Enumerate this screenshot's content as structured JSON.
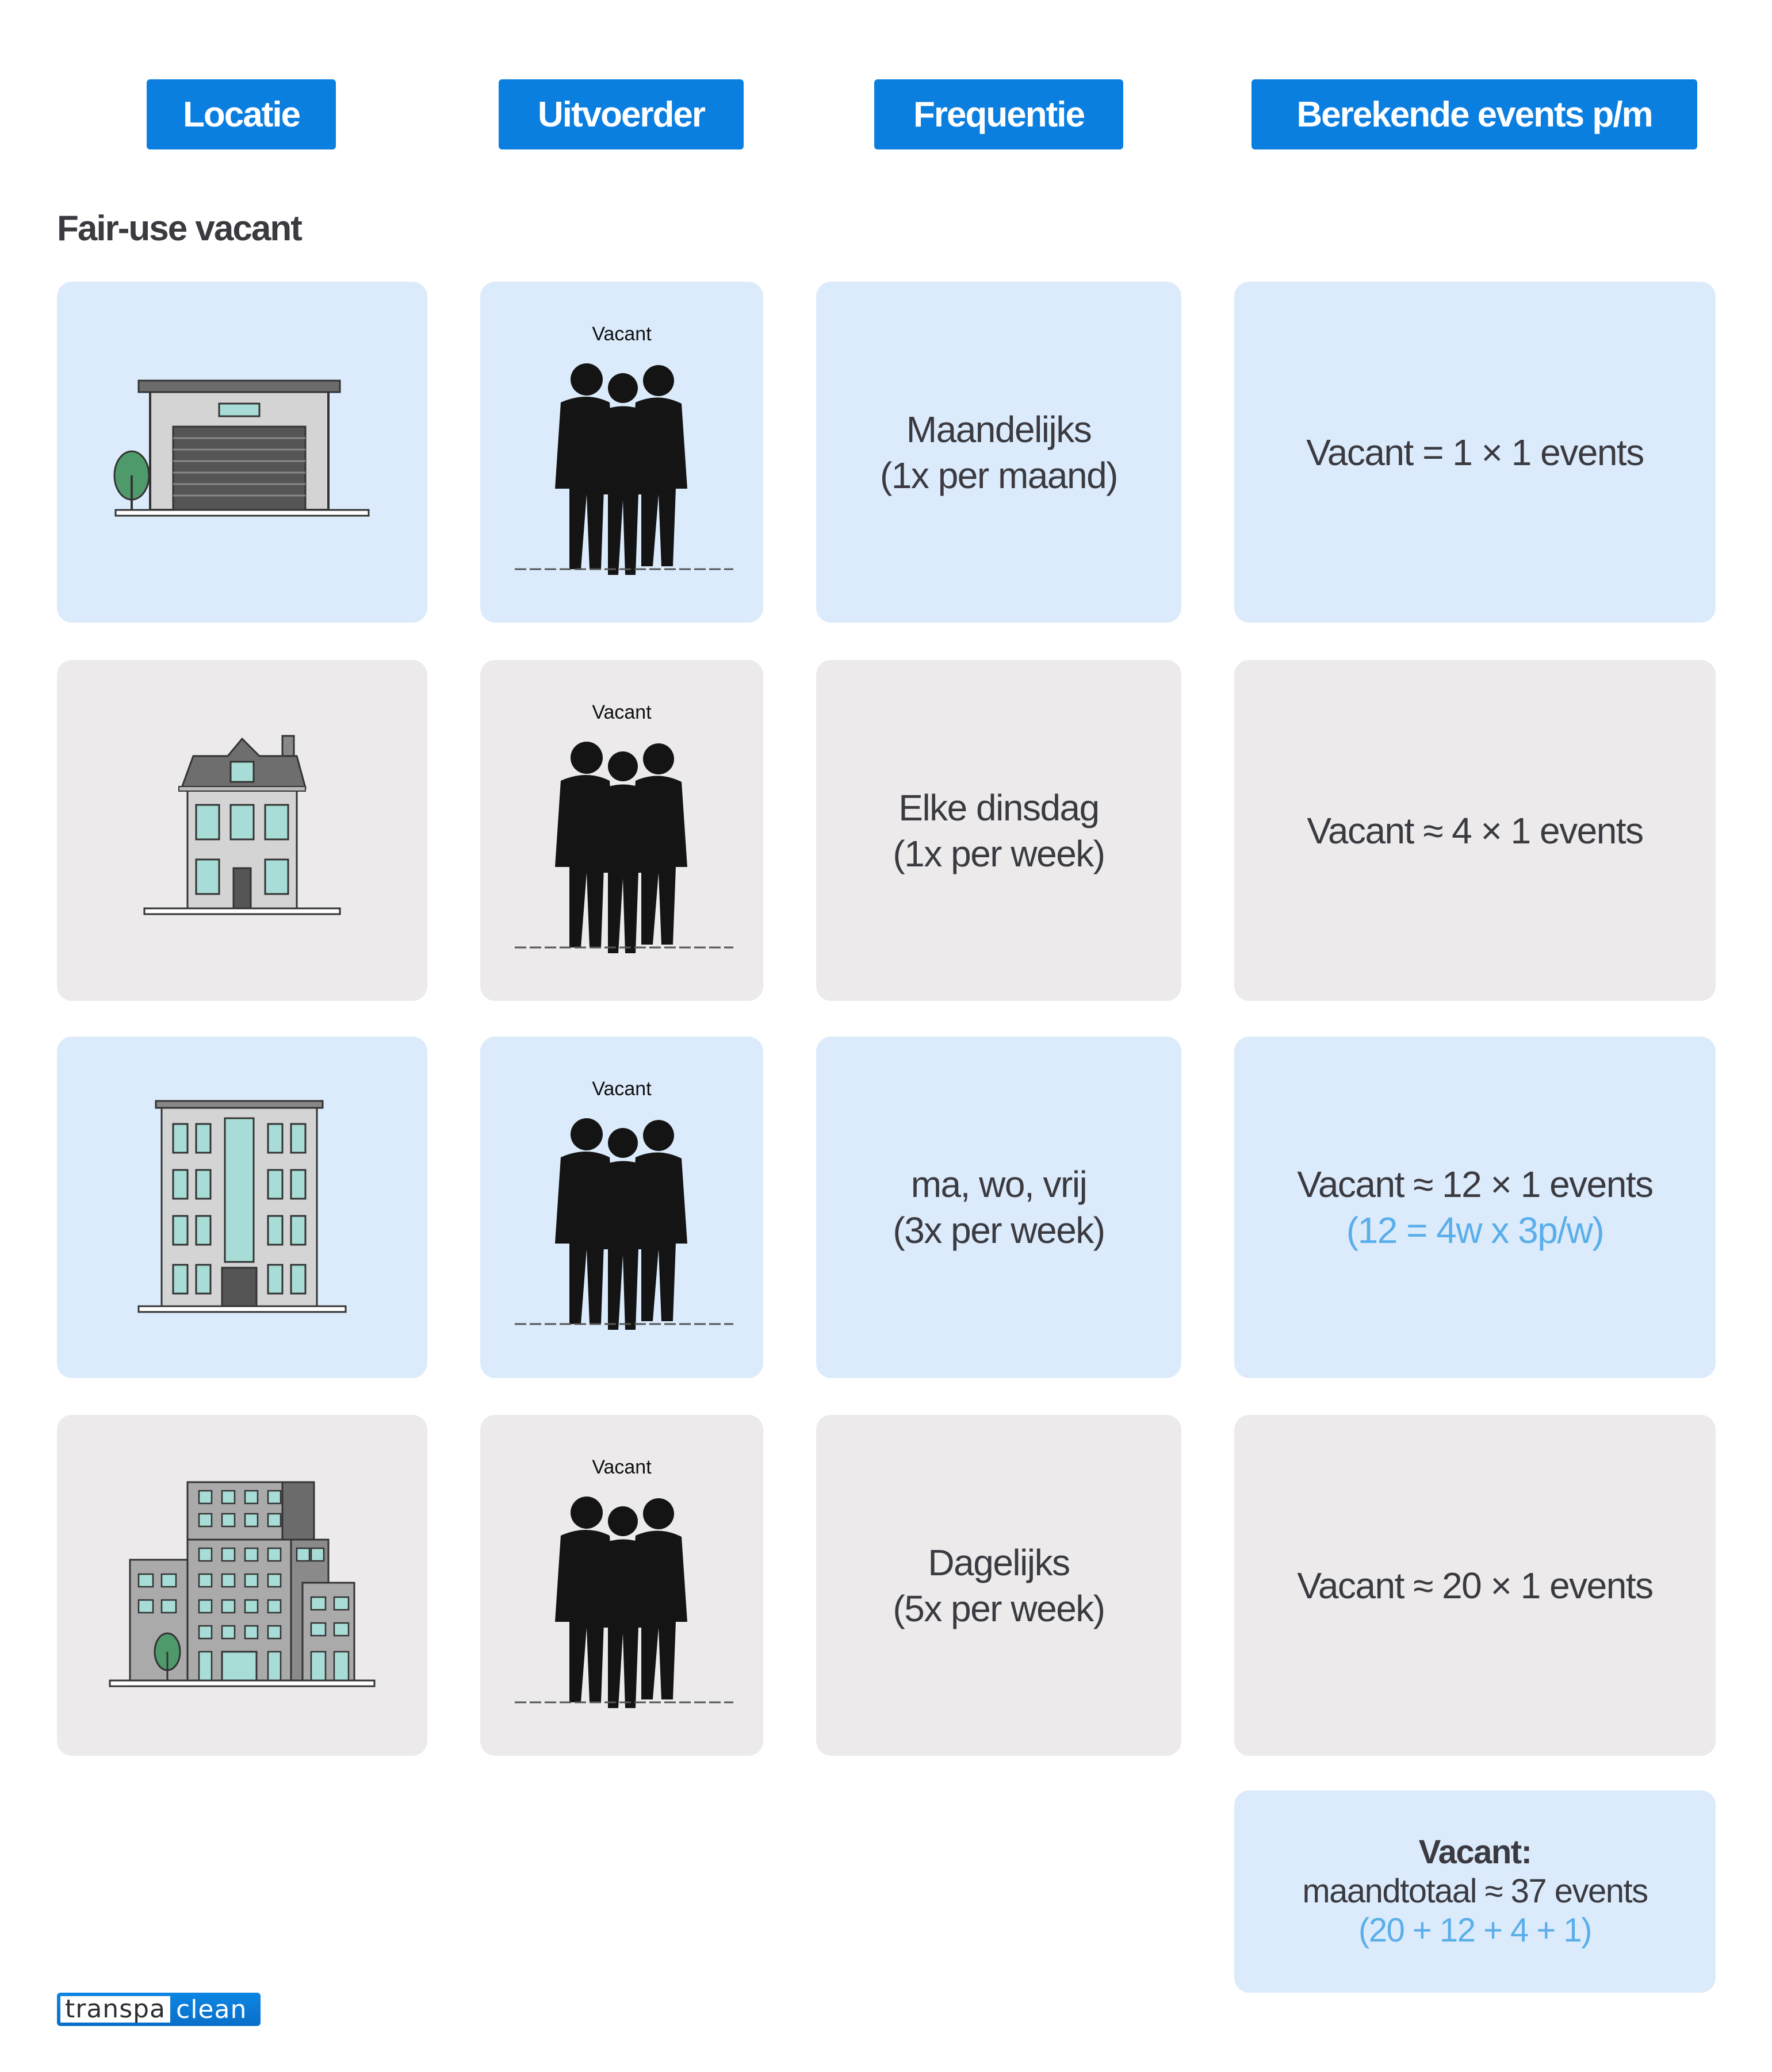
{
  "headers": [
    "Locatie",
    "Uitvoerder",
    "Frequentie",
    "Berekende events p/m"
  ],
  "section_title": "Fair-use vacant",
  "rows": [
    {
      "location_icon": "warehouse-icon",
      "performer": "Vacant",
      "frequency": [
        "Maandelijks",
        "(1x per maand)"
      ],
      "events": "Vacant = 1 × 1 events",
      "events_note": ""
    },
    {
      "location_icon": "house-icon",
      "performer": "Vacant",
      "frequency": [
        "Elke dinsdag",
        "(1x per week)"
      ],
      "events": "Vacant ≈ 4 × 1 events",
      "events_note": ""
    },
    {
      "location_icon": "office-building-icon",
      "performer": "Vacant",
      "frequency": [
        "ma, wo, vrij",
        "(3x per week)"
      ],
      "events": "Vacant ≈ 12 × 1 events",
      "events_note": "(12 = 4w x 3p/w)"
    },
    {
      "location_icon": "office-complex-icon",
      "performer": "Vacant",
      "frequency": [
        "Dagelijks",
        "(5x per week)"
      ],
      "events": "Vacant ≈ 20 × 1 events",
      "events_note": ""
    }
  ],
  "total": {
    "label": "Vacant:",
    "value": "maandtotaal ≈ 37 events",
    "breakdown": "(20 + 12 + 4 + 1)"
  },
  "logo": {
    "part1": "transpa",
    "part2": "clean"
  },
  "colors": {
    "header": "#0b7fe0",
    "card_blue": "#dbebfb",
    "card_gray": "#eceaeb",
    "accent": "#5aaeea",
    "text": "#3a3a40"
  }
}
